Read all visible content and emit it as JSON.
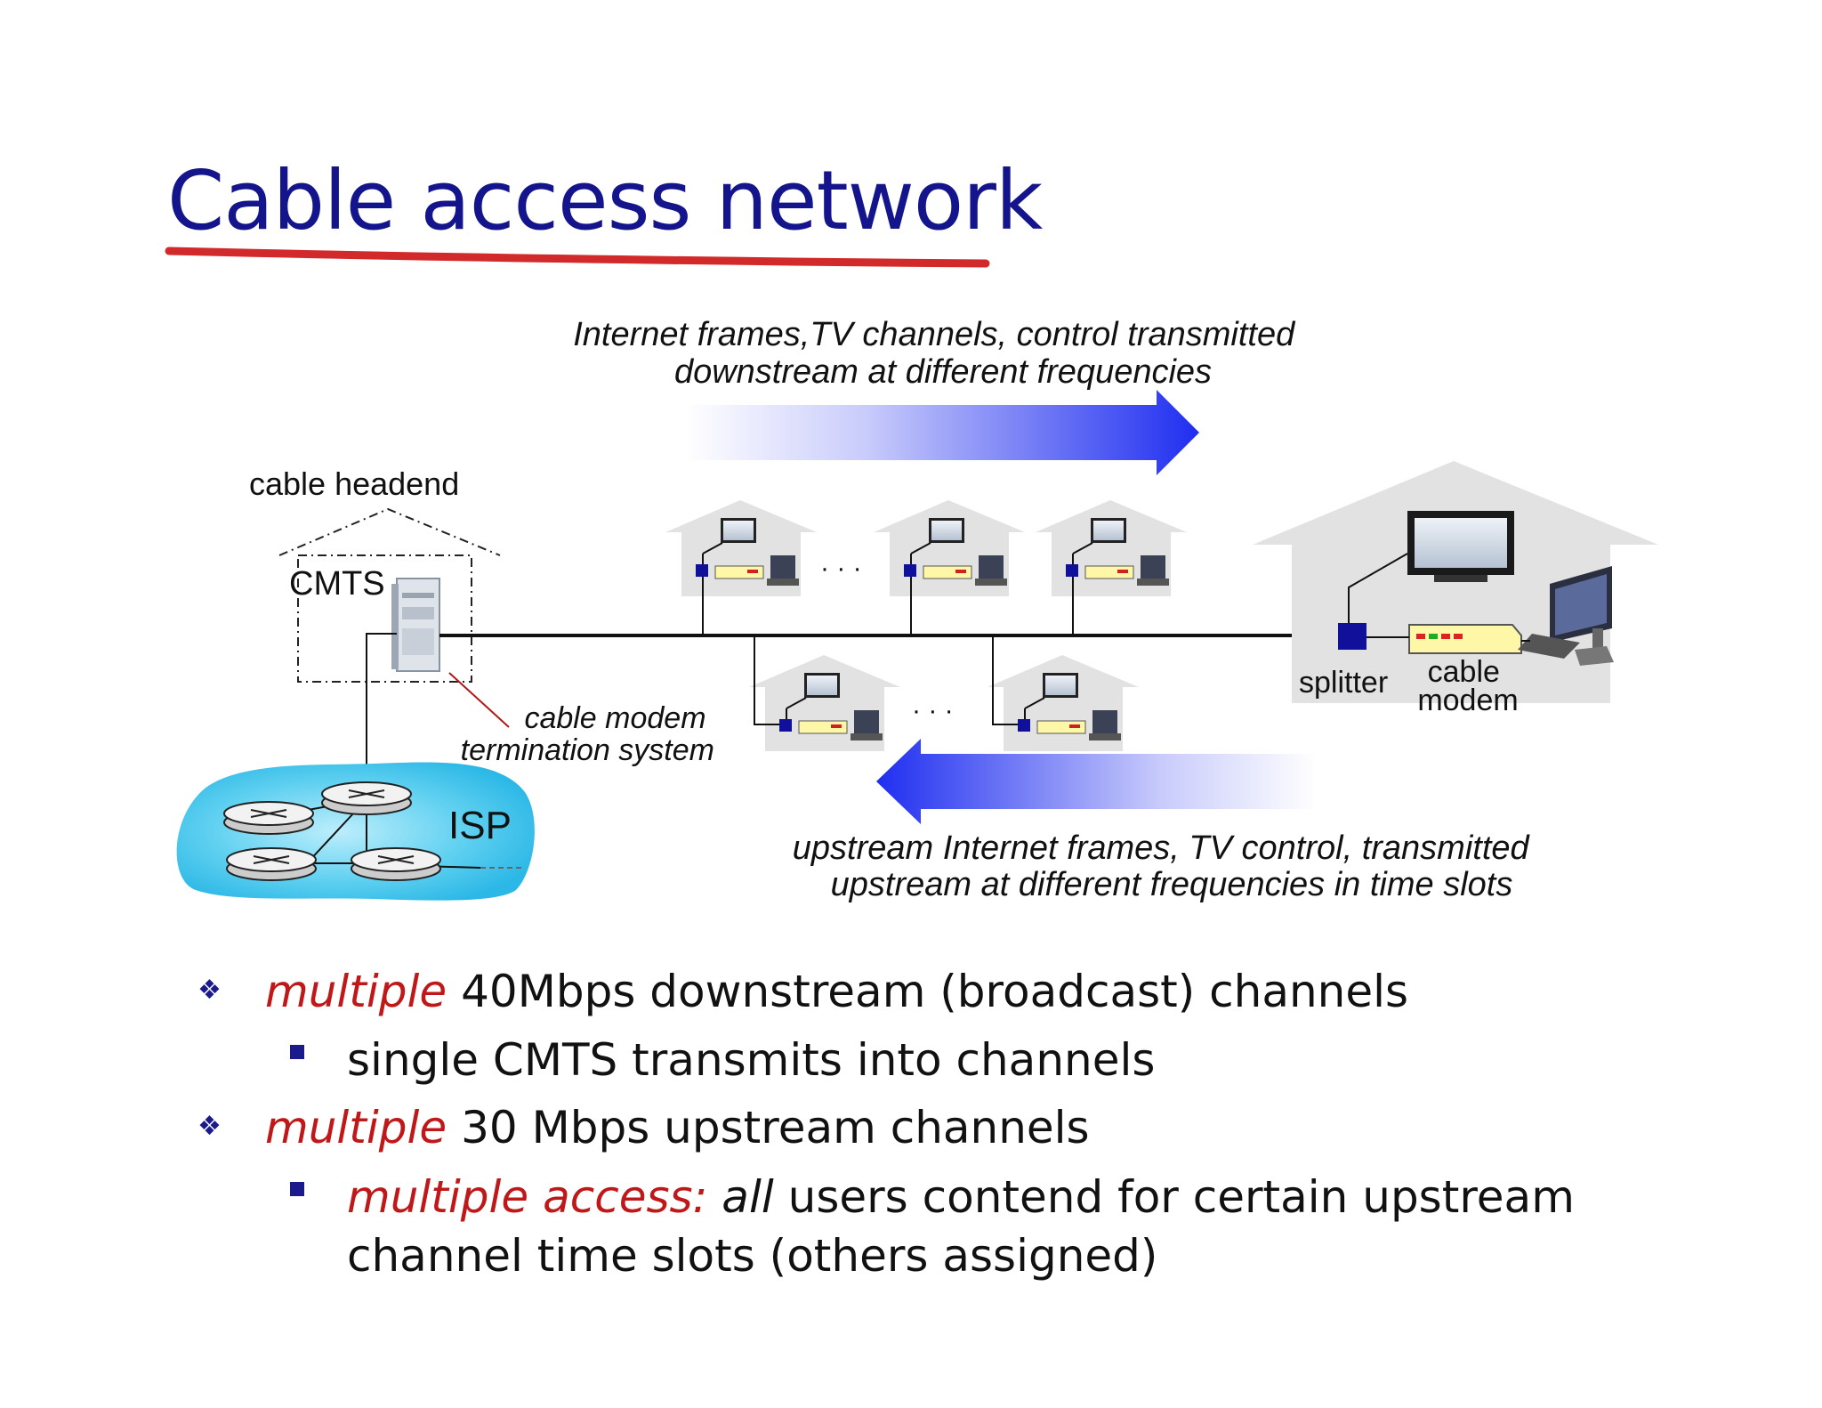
{
  "slide": {
    "title": "Cable access network"
  },
  "diagram": {
    "downstream_caption_line1": "Internet frames,TV channels, control  transmitted",
    "downstream_caption_line2": "downstream at different frequencies",
    "upstream_caption_line1": "upstream Internet frames, TV control,  transmitted",
    "upstream_caption_line2": "upstream at different frequencies in time slots",
    "headend_label": "cable headend",
    "cmts_label": "CMTS",
    "cmts_desc_line1": "cable modem",
    "cmts_desc_line2": "termination system",
    "isp_label": "ISP",
    "splitter_label": "splitter",
    "modem_label_line1": "cable",
    "modem_label_line2": "modem",
    "ellipsis": "· · ·",
    "colors": {
      "title": "#14148c",
      "arrow": "#1f2ef0",
      "isp_cloud": "#3cc4ec",
      "house": "#e2e2e2",
      "splitter": "#10109a",
      "modem": "#fff7a8"
    }
  },
  "bullets": [
    {
      "level": 1,
      "marker": "diamond-bullet-icon",
      "emph": "multiple",
      "text": " 40Mbps downstream (broadcast) channels"
    },
    {
      "level": 2,
      "marker": "square-bullet-icon",
      "text": "single CMTS transmits into channels"
    },
    {
      "level": 1,
      "marker": "diamond-bullet-icon",
      "emph": "multiple",
      "text": " 30 Mbps upstream channels"
    },
    {
      "level": 2,
      "marker": "square-bullet-icon",
      "emph": "multiple access:",
      "italic": " all",
      "text": " users contend for certain upstream",
      "text_line2": "channel time slots (others assigned)"
    }
  ]
}
